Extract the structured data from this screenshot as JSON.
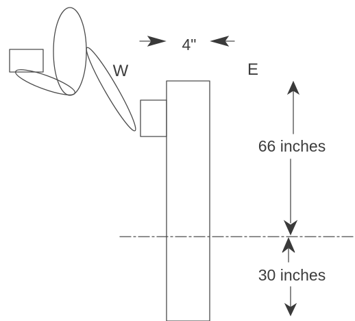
{
  "labels": {
    "west": "W",
    "east": "E",
    "gap": "4\"",
    "upper_height": "66 inches",
    "lower_height": "30 inches"
  },
  "colors": {
    "line": "#4a4a4a",
    "text": "#3c3c3c",
    "background": "#ffffff"
  }
}
